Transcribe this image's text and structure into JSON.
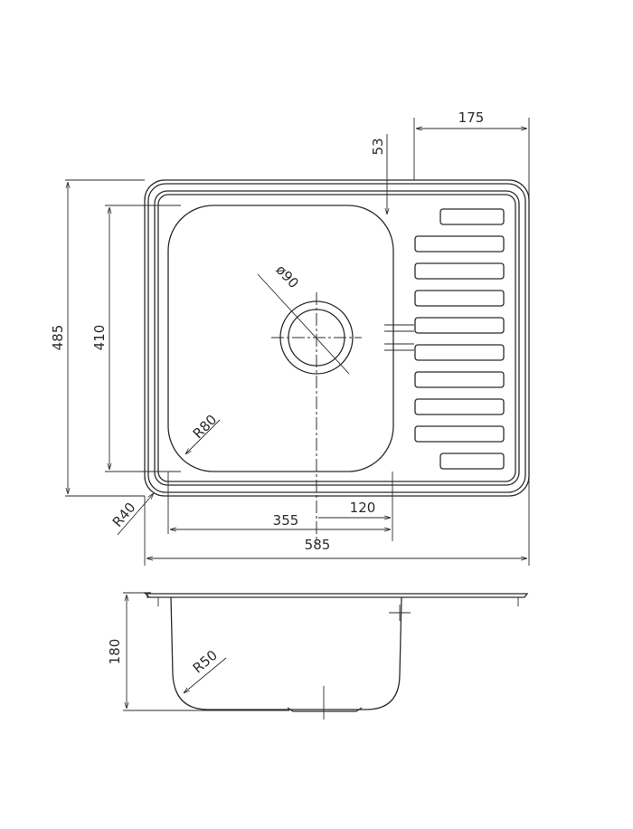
{
  "drawing": {
    "top_view": {
      "overall_width": "585",
      "overall_depth": "485",
      "bowl_depth": "410",
      "bowl_width": "355",
      "drainer_width": "175",
      "edge_offset": "53",
      "drain_offset": "120",
      "drain_diameter": "ø90",
      "bowl_radius": "R80",
      "corner_radius": "R40",
      "drainer_slots": 10
    },
    "side_view": {
      "bowl_height": "180",
      "bottom_radius": "R50"
    },
    "line_color": "#2b2b2b"
  }
}
